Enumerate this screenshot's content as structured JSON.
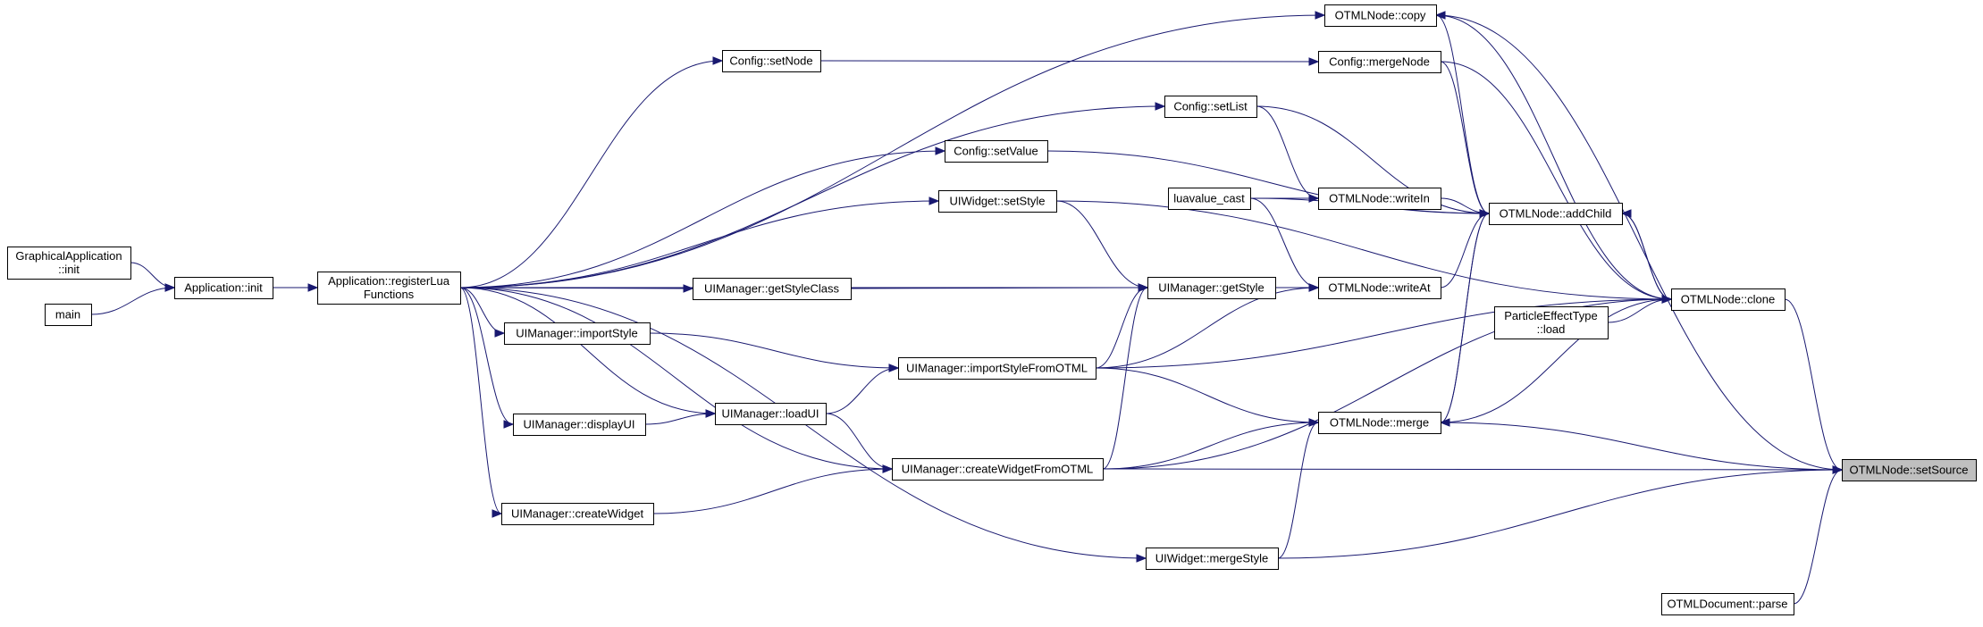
{
  "graph": {
    "type": "caller-graph",
    "focus_node": "setsource",
    "nodes": [
      {
        "id": "graphical-init",
        "lines": [
          "GraphicalApplication",
          "::init"
        ]
      },
      {
        "id": "main",
        "lines": [
          "main"
        ]
      },
      {
        "id": "app-init",
        "lines": [
          "Application::init"
        ]
      },
      {
        "id": "register-lua",
        "lines": [
          "Application::registerLua",
          "Functions"
        ]
      },
      {
        "id": "config-setnode",
        "lines": [
          "Config::setNode"
        ]
      },
      {
        "id": "config-setlist",
        "lines": [
          "Config::setList"
        ]
      },
      {
        "id": "config-setvalue",
        "lines": [
          "Config::setValue"
        ]
      },
      {
        "id": "uiwidget-setstyle",
        "lines": [
          "UIWidget::setStyle"
        ]
      },
      {
        "id": "uimanager-getstyleclass",
        "lines": [
          "UIManager::getStyleClass"
        ]
      },
      {
        "id": "uimanager-importstyle",
        "lines": [
          "UIManager::importStyle"
        ]
      },
      {
        "id": "uimanager-displayui",
        "lines": [
          "UIManager::displayUI"
        ]
      },
      {
        "id": "uimanager-loadui",
        "lines": [
          "UIManager::loadUI"
        ]
      },
      {
        "id": "uimanager-createwidget",
        "lines": [
          "UIManager::createWidget"
        ]
      },
      {
        "id": "uimanager-importstylefromotml",
        "lines": [
          "UIManager::importStyleFromOTML"
        ]
      },
      {
        "id": "uimanager-createwidgetfromotml",
        "lines": [
          "UIManager::createWidgetFromOTML"
        ]
      },
      {
        "id": "uimanager-getstyle",
        "lines": [
          "UIManager::getStyle"
        ]
      },
      {
        "id": "luavalue-cast",
        "lines": [
          "luavalue_cast"
        ]
      },
      {
        "id": "uiwidget-mergestyle",
        "lines": [
          "UIWidget::mergeStyle"
        ]
      },
      {
        "id": "otml-copy",
        "lines": [
          "OTMLNode::copy"
        ]
      },
      {
        "id": "config-mergenode",
        "lines": [
          "Config::mergeNode"
        ]
      },
      {
        "id": "otml-writein",
        "lines": [
          "OTMLNode::writeIn"
        ]
      },
      {
        "id": "otml-writeat",
        "lines": [
          "OTMLNode::writeAt"
        ]
      },
      {
        "id": "otml-merge",
        "lines": [
          "OTMLNode::merge"
        ]
      },
      {
        "id": "otml-addchild",
        "lines": [
          "OTMLNode::addChild"
        ]
      },
      {
        "id": "particle-load",
        "lines": [
          "ParticleEffectType",
          "::load"
        ]
      },
      {
        "id": "otml-clone",
        "lines": [
          "OTMLNode::clone"
        ]
      },
      {
        "id": "otmldocument-parse",
        "lines": [
          "OTMLDocument::parse"
        ]
      },
      {
        "id": "setsource",
        "lines": [
          "OTMLNode::setSource"
        ]
      }
    ],
    "edges": [
      {
        "from": "graphical-init",
        "to": "app-init"
      },
      {
        "from": "main",
        "to": "app-init"
      },
      {
        "from": "app-init",
        "to": "register-lua"
      },
      {
        "from": "register-lua",
        "to": "otml-copy"
      },
      {
        "from": "register-lua",
        "to": "config-setnode"
      },
      {
        "from": "register-lua",
        "to": "config-setlist"
      },
      {
        "from": "register-lua",
        "to": "config-setvalue"
      },
      {
        "from": "register-lua",
        "to": "uiwidget-setstyle"
      },
      {
        "from": "register-lua",
        "to": "uimanager-getstyle"
      },
      {
        "from": "register-lua",
        "to": "uimanager-getstyleclass"
      },
      {
        "from": "register-lua",
        "to": "uimanager-importstyle"
      },
      {
        "from": "register-lua",
        "to": "uimanager-displayui"
      },
      {
        "from": "register-lua",
        "to": "uimanager-loadui"
      },
      {
        "from": "register-lua",
        "to": "uimanager-createwidgetfromotml"
      },
      {
        "from": "register-lua",
        "to": "uimanager-createwidget"
      },
      {
        "from": "register-lua",
        "to": "uiwidget-mergestyle"
      },
      {
        "from": "config-setnode",
        "to": "config-mergenode"
      },
      {
        "from": "config-setlist",
        "to": "otml-writein"
      },
      {
        "from": "config-setlist",
        "to": "otml-addchild"
      },
      {
        "from": "config-setvalue",
        "to": "otml-addchild"
      },
      {
        "from": "uiwidget-setstyle",
        "to": "uimanager-getstyle"
      },
      {
        "from": "uiwidget-setstyle",
        "to": "otml-clone"
      },
      {
        "from": "uimanager-getstyleclass",
        "to": "uimanager-getstyle"
      },
      {
        "from": "uimanager-importstyle",
        "to": "uimanager-importstylefromotml"
      },
      {
        "from": "uimanager-displayui",
        "to": "uimanager-loadui"
      },
      {
        "from": "uimanager-loadui",
        "to": "uimanager-importstylefromotml"
      },
      {
        "from": "uimanager-loadui",
        "to": "uimanager-createwidgetfromotml"
      },
      {
        "from": "uimanager-createwidget",
        "to": "uimanager-createwidgetfromotml"
      },
      {
        "from": "uimanager-importstylefromotml",
        "to": "uimanager-getstyle"
      },
      {
        "from": "uimanager-importstylefromotml",
        "to": "otml-merge"
      },
      {
        "from": "uimanager-importstylefromotml",
        "to": "otml-clone"
      },
      {
        "from": "uimanager-createwidgetfromotml",
        "to": "uimanager-getstyle"
      },
      {
        "from": "uimanager-createwidgetfromotml",
        "to": "otml-merge"
      },
      {
        "from": "uimanager-createwidgetfromotml",
        "to": "otml-clone"
      },
      {
        "from": "uimanager-getstyle",
        "to": "otml-writeat"
      },
      {
        "from": "uimanager-importstylefromotml",
        "to": "otml-writeat"
      },
      {
        "from": "luavalue-cast",
        "to": "otml-writein"
      },
      {
        "from": "luavalue-cast",
        "to": "otml-writeat"
      },
      {
        "from": "luavalue-cast",
        "to": "otml-addchild"
      },
      {
        "from": "uiwidget-mergestyle",
        "to": "otml-merge"
      },
      {
        "from": "uiwidget-mergestyle",
        "to": "setsource"
      },
      {
        "from": "otml-writein",
        "to": "otml-addchild"
      },
      {
        "from": "otml-writeat",
        "to": "otml-addchild"
      },
      {
        "from": "otml-merge",
        "to": "otml-addchild"
      },
      {
        "from": "otml-addchild",
        "to": "otml-merge"
      },
      {
        "from": "otml-addchild",
        "to": "otml-copy"
      },
      {
        "from": "config-mergenode",
        "to": "otml-addchild"
      },
      {
        "from": "config-mergenode",
        "to": "otml-clone"
      },
      {
        "from": "otml-addchild",
        "to": "otml-clone"
      },
      {
        "from": "otml-clone",
        "to": "otml-addchild"
      },
      {
        "from": "otml-merge",
        "to": "otml-clone"
      },
      {
        "from": "otml-merge",
        "to": "setsource"
      },
      {
        "from": "otml-copy",
        "to": "otml-clone"
      },
      {
        "from": "otml-copy",
        "to": "setsource"
      },
      {
        "from": "otml-clone",
        "to": "setsource"
      },
      {
        "from": "particle-load",
        "to": "otml-clone"
      },
      {
        "from": "otmldocument-parse",
        "to": "setsource"
      },
      {
        "from": "uimanager-createwidgetfromotml",
        "to": "setsource"
      }
    ]
  },
  "colors": {
    "edge": "#191970",
    "node_border": "#000000",
    "node_fill": "#ffffff",
    "focus_fill": "#bfbfbf"
  }
}
